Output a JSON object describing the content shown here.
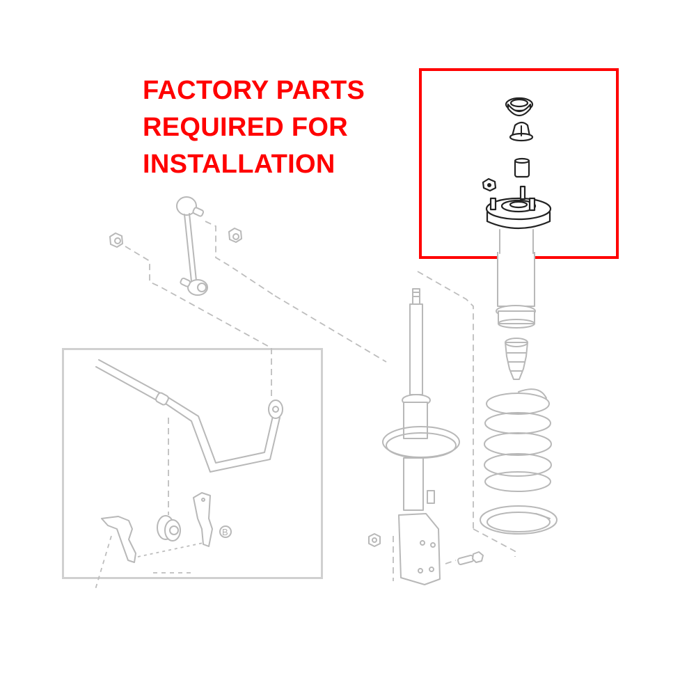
{
  "headline": {
    "lines": [
      "FACTORY PARTS",
      "REQUIRED FOR",
      "INSTALLATION"
    ],
    "color": "#ff0000"
  },
  "highlight_box": {
    "color": "#ff0000",
    "parts": [
      "dust cap",
      "upper nut",
      "collar",
      "mount nut",
      "strut mount with studs"
    ]
  },
  "inset": {
    "callout_label": "B",
    "parts": [
      "stabilizer bar",
      "stabilizer bushing",
      "bushing bracket",
      "bracket"
    ]
  },
  "components": {
    "stabilizer_link": "stabilizer link",
    "strut": "shock absorber strut",
    "dust_boot": "dust boot",
    "bump_stop": "bump stopper",
    "coil_spring": "coil spring",
    "spring_seat": "lower spring insulator",
    "nut": "nut",
    "bolt": "bolt"
  },
  "colors": {
    "accent": "#ff0000",
    "line_art": "#b8b8b8",
    "highlighted_line_art": "#222222",
    "inset_border": "#d0d0d0"
  }
}
